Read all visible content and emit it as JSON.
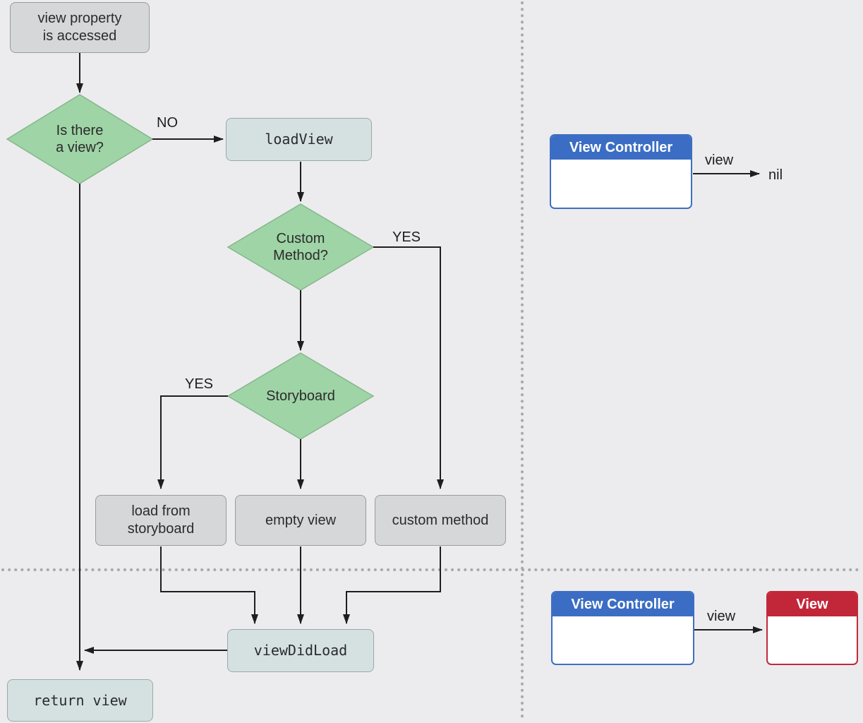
{
  "flowchart": {
    "start": "view property\nis accessed",
    "decision_has_view": "Is there\na view?",
    "label_no": "NO",
    "load_view": "loadView",
    "decision_custom_method": "Custom\nMethod?",
    "label_yes_custom": "YES",
    "decision_storyboard": "Storyboard",
    "label_yes_storyboard": "YES",
    "load_from_storyboard": "load from\nstoryboard",
    "empty_view": "empty view",
    "custom_method": "custom method",
    "view_did_load": "viewDidLoad",
    "return_view": "return view"
  },
  "state_before": {
    "controller_title": "View Controller",
    "property_label": "view",
    "value": "nil"
  },
  "state_after": {
    "controller_title": "View Controller",
    "property_label": "view",
    "view_title": "View"
  },
  "colors": {
    "decision_fill": "#9fd4a6",
    "controller_blue": "#3b6dc4",
    "view_red": "#c12639"
  }
}
